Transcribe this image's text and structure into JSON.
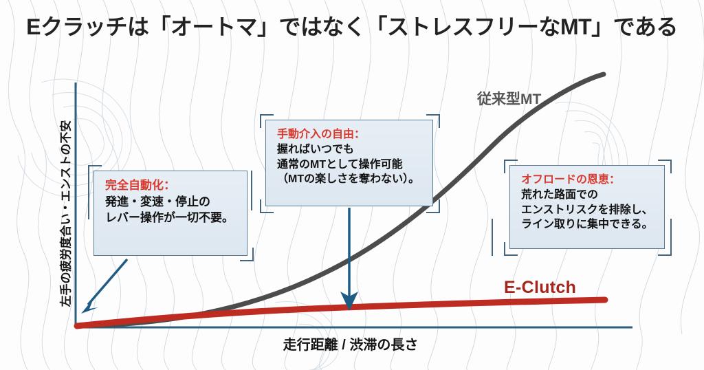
{
  "title": "Eクラッチは「オートマ」ではなく「ストレスフリーなMT」である",
  "axes": {
    "y_label": "左手の疲労度合い・エンストの不安",
    "x_label": "走行距離 / 渋滞の長さ"
  },
  "curve_labels": {
    "mt": "従来型MT",
    "eclutch": "E-Clutch"
  },
  "callouts": {
    "left": {
      "name": "完全自動化",
      "heading": "完全自動化：",
      "lines": [
        "発進・変速・停止の",
        "レバー操作が一切不要。"
      ]
    },
    "middle": {
      "name": "手動介入の自由",
      "heading": "手動介入の自由：",
      "lines": [
        "握ればいつでも",
        "通常のMTとして操作可能",
        "（MTの楽しさを奪わない）。"
      ]
    },
    "right": {
      "name": "オフロードの恩恵",
      "heading": "オフロードの恩恵：",
      "lines": [
        "荒れた路面での",
        "エンストリスクを排除し、",
        "ライン取りに集中できる。"
      ]
    }
  },
  "colors": {
    "mt_curve": "#4C4C4C",
    "eclutch_curve": "#BE2B20",
    "axis": "#2C5F7C",
    "callout_heading": "#D83A2E",
    "callout_fill": "#E3EBF3",
    "callout_border": "#5A7A92",
    "arrow": "#1F5C85",
    "title_text": "#222222",
    "topo_line": "#C9D3DC"
  },
  "chart_data": {
    "type": "line",
    "title": "Eクラッチは「オートマ」ではなく「ストレスフリーなMT」である",
    "xlabel": "走行距離 / 渋滞の長さ",
    "ylabel": "左手の疲労度合い・エンストの不安",
    "xlim": [
      0,
      100
    ],
    "ylim": [
      0,
      100
    ],
    "grid": false,
    "legend": "inline-labels",
    "axis_ticks": false,
    "series": [
      {
        "name": "従来型MT",
        "color": "#4C4C4C",
        "shape": "exponential-growth",
        "x": [
          0,
          10,
          20,
          30,
          40,
          50,
          60,
          70,
          80,
          90,
          100
        ],
        "y": [
          0,
          2,
          5,
          9,
          15,
          23,
          34,
          48,
          65,
          84,
          100
        ]
      },
      {
        "name": "E-Clutch",
        "color": "#BE2B20",
        "shape": "near-flat",
        "x": [
          0,
          10,
          20,
          30,
          40,
          50,
          60,
          70,
          80,
          90,
          100
        ],
        "y": [
          0,
          3,
          5,
          7,
          8,
          9,
          10,
          11,
          12,
          12,
          13
        ]
      }
    ],
    "annotations": [
      {
        "text": "完全自動化：発進・変速・停止のレバー操作が一切不要。",
        "points_to": "origin"
      },
      {
        "text": "手動介入の自由：握ればいつでも通常のMTとして操作可能（MTの楽しさを奪わない）。",
        "points_to": "E-Clutch curve mid"
      },
      {
        "text": "オフロードの恩恵：荒れた路面でのエンストリスクを排除し、ライン取りに集中できる。",
        "points_to": "right region"
      }
    ]
  }
}
